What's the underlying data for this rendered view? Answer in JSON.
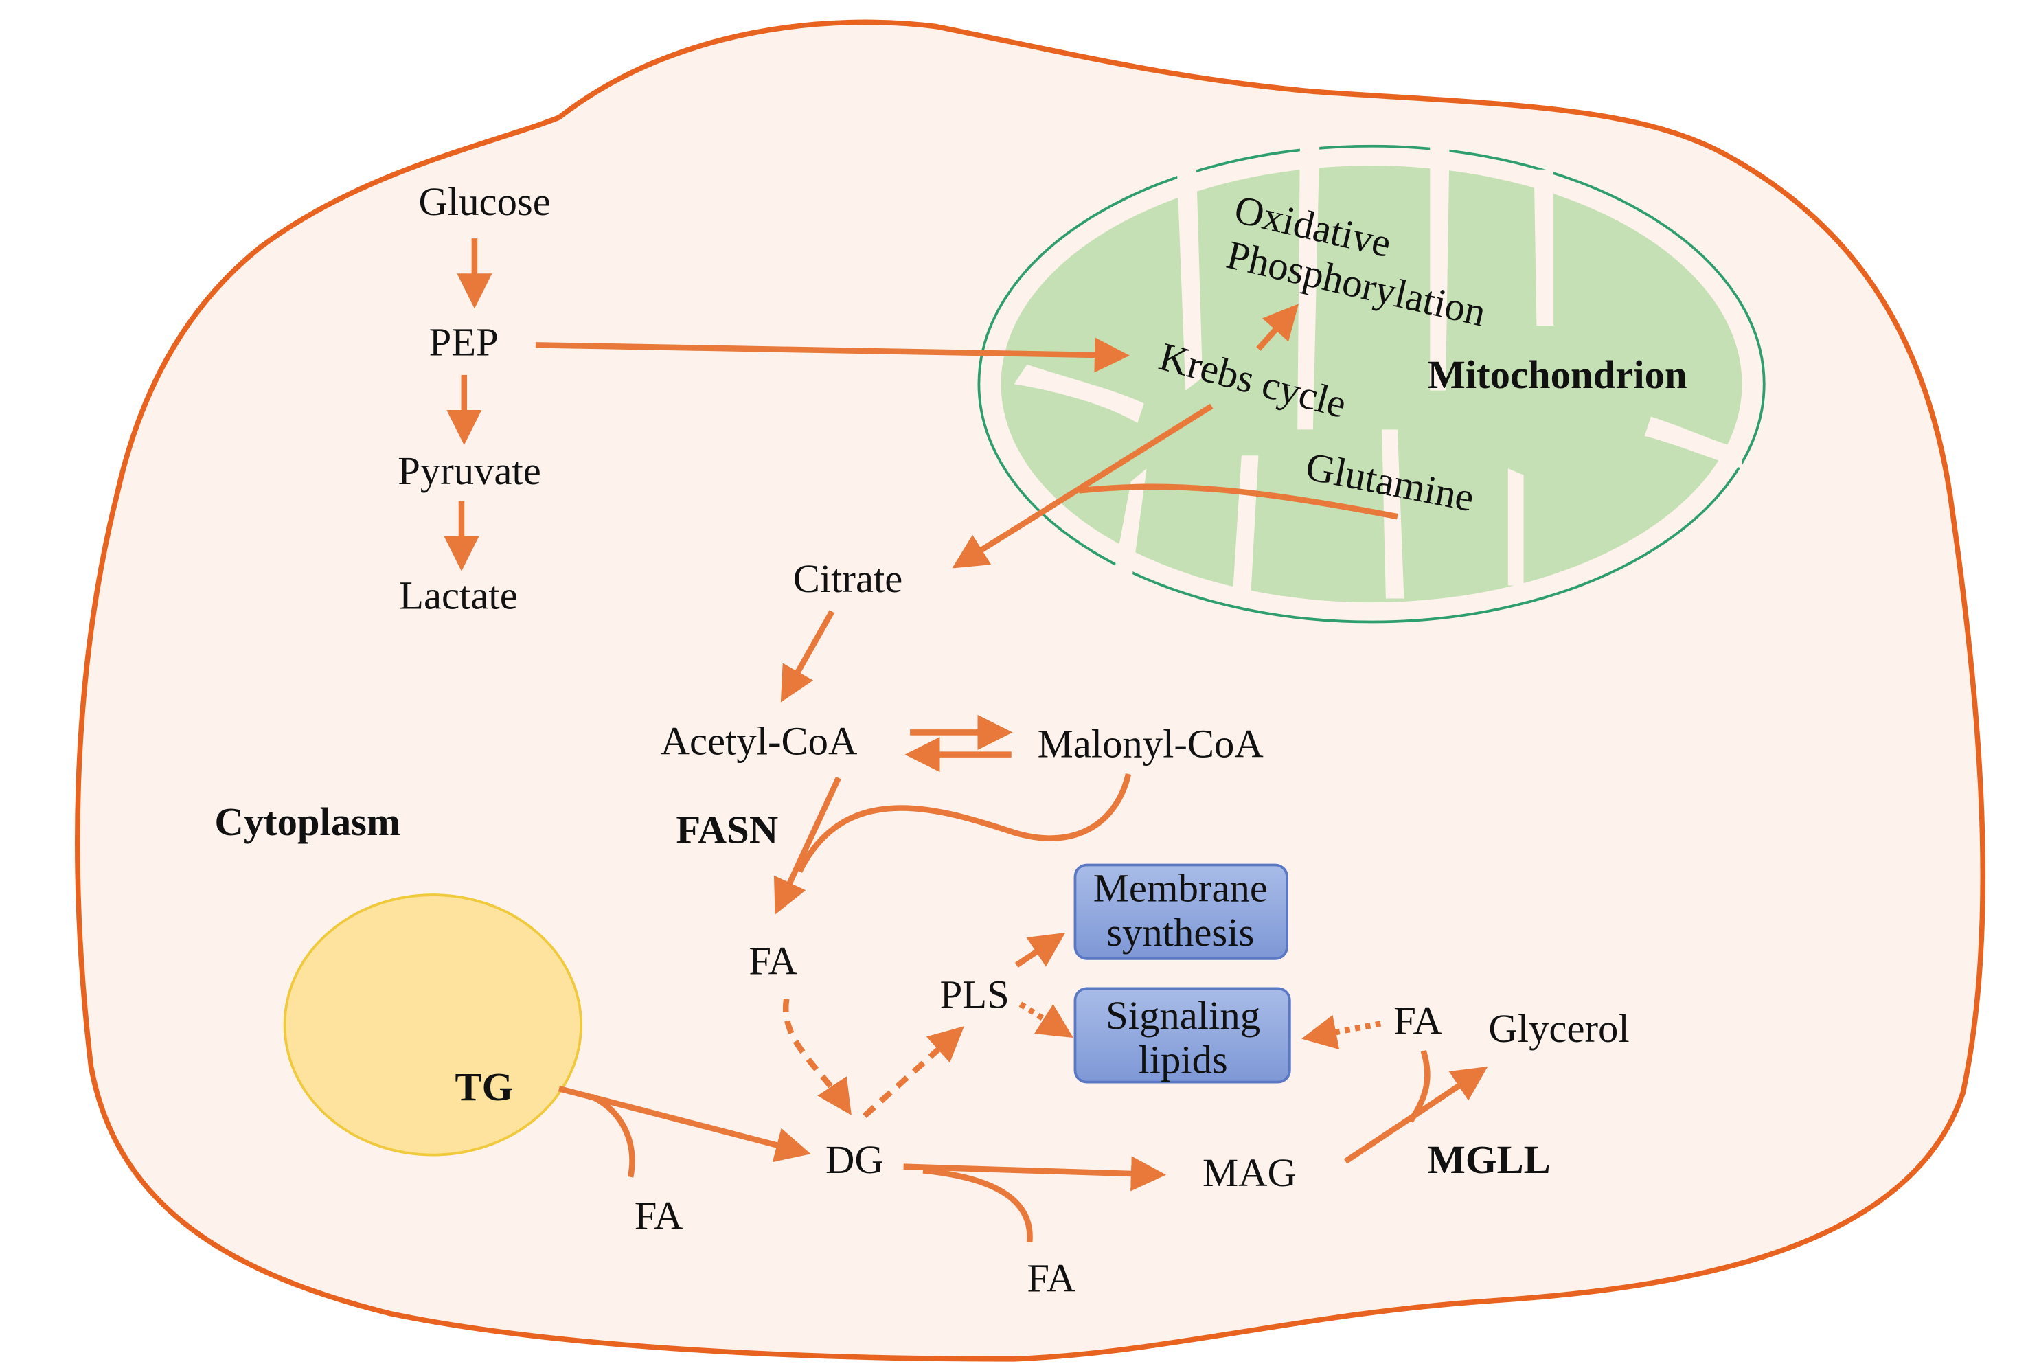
{
  "labels": {
    "glucose": "Glucose",
    "pep": "PEP",
    "pyruvate": "Pyruvate",
    "lactate": "Lactate",
    "oxidative": "Oxidative",
    "phosphorylation": "Phosphorylation",
    "krebs": "Krebs cycle",
    "mitochondrion": "Mitochondrion",
    "glutamine": "Glutamine",
    "citrate": "Citrate",
    "acetyl_coa": "Acetyl-CoA",
    "malonyl_coa": "Malonyl-CoA",
    "fasn": "FASN",
    "cytoplasm": "Cytoplasm",
    "fa": "FA",
    "pls": "PLS",
    "membrane_1": "Membrane",
    "membrane_2": "synthesis",
    "signaling_1": "Signaling",
    "signaling_2": "lipids",
    "glycerol": "Glycerol",
    "tg": "TG",
    "dg": "DG",
    "mag": "MAG",
    "mgll": "MGLL"
  },
  "colors": {
    "cell_fill": "#fdf3ec",
    "cell_border": "#e8631f",
    "arrow": "#e8793a",
    "mito_fill": "#c5e0b4",
    "mito_border": "#2e9e6e",
    "lipid_droplet": "#fde39e",
    "box_fill": "#8fa7dc"
  }
}
